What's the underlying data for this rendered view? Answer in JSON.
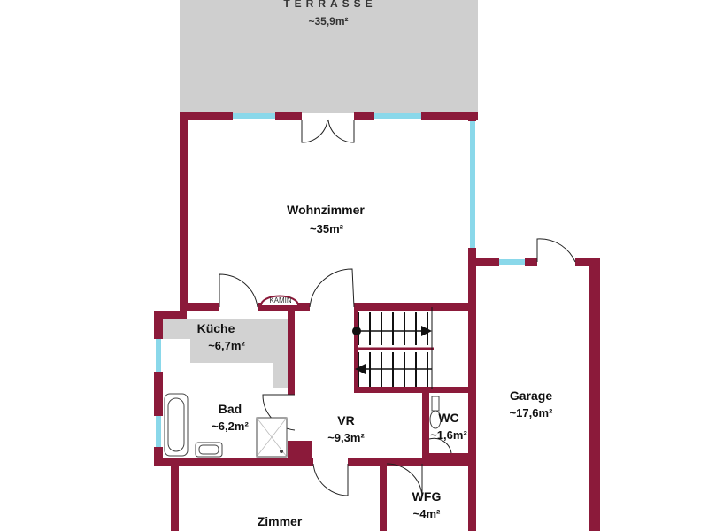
{
  "plan": {
    "terrace": {
      "name": "TERRASSE",
      "area": "~35,9m²"
    },
    "kamin": {
      "label": "KAMIN"
    },
    "rooms": [
      {
        "id": "wohnzimmer",
        "name": "Wohnzimmer",
        "area": "~35m²"
      },
      {
        "id": "kueche",
        "name": "Küche",
        "area": "~6,7m²"
      },
      {
        "id": "bad",
        "name": "Bad",
        "area": "~6,2m²"
      },
      {
        "id": "vr",
        "name": "VR",
        "area": "~9,3m²"
      },
      {
        "id": "wc",
        "name": "WC",
        "area": "~1,6m²"
      },
      {
        "id": "garage",
        "name": "Garage",
        "area": "~17,6m²"
      },
      {
        "id": "wfg",
        "name": "WFG",
        "area": "~4m²"
      },
      {
        "id": "zimmer",
        "name": "Zimmer",
        "area": ""
      }
    ]
  },
  "colors": {
    "wall": "#8b1a3a",
    "window": "#8ad8ea",
    "terrace": "#cfcfcf",
    "kitchen": "#d2d2d2"
  }
}
